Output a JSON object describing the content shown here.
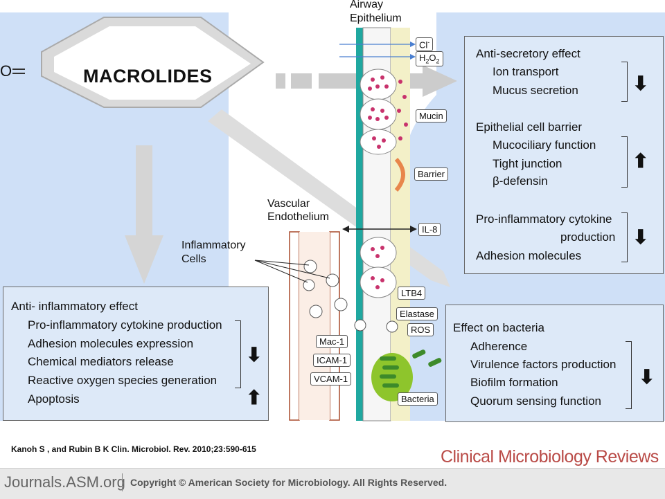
{
  "title": "MACROLIDES",
  "labels": {
    "airway": [
      "Airway",
      "Epithelium"
    ],
    "vascular": [
      "Vascular",
      "Endothelium"
    ],
    "inflammatory": [
      "Inflammatory",
      "Cells"
    ]
  },
  "chem_tags": {
    "cl": "Cl",
    "cl_sup": "-",
    "h2o2_a": "H",
    "h2o2_sub1": "2",
    "h2o2_b": "O",
    "h2o2_sub2": "2",
    "mucin": "Mucin",
    "barrier": "Barrier",
    "il8": "IL-8",
    "ltb4": "LTB4",
    "elastase": "Elastase",
    "ros": "ROS",
    "bacteria": "Bacteria",
    "mac1": "Mac-1",
    "icam1": "ICAM-1",
    "vcam1": "VCAM-1"
  },
  "boxes": {
    "anti_inflammatory": {
      "heading": "Anti- inflammatory effect",
      "items": [
        "Pro-inflammatory cytokine production",
        "Adhesion molecules expression",
        "Chemical mediators release",
        "Reactive oxygen species generation",
        "Apoptosis"
      ]
    },
    "anti_secretory": {
      "heading": "Anti-secretory effect",
      "items": [
        "Ion transport",
        "Mucus secretion"
      ]
    },
    "barrier": {
      "heading": "Epithelial cell barrier",
      "items": [
        "Mucociliary function",
        "Tight junction",
        "β-defensin"
      ]
    },
    "cytokine": {
      "heading": "Pro-inflammatory cytokine",
      "heading2": "production",
      "items": [
        "Adhesion molecules"
      ]
    },
    "bacteria": {
      "heading": "Effect on bacteria",
      "items": [
        "Adherence",
        "Virulence factors production",
        "Biofilm formation",
        "Quorum sensing function"
      ]
    }
  },
  "arrows": {
    "down": "⬇",
    "up": "⬆"
  },
  "citation": "Kanoh S , and Rubin B K Clin. Microbiol. Rev. 2010;23:590-615",
  "journal": "Clinical Microbiology Reviews",
  "footer": {
    "site": "Journals.ASM.org",
    "copyright": "Copyright © American Society for Microbiology. All Rights Reserved."
  },
  "colors": {
    "panel_blue": "#cfe0f7",
    "box_fill": "#dde9f8",
    "mucus": "#f3f0c8",
    "teal": "#1fa8a0",
    "mucin_pink": "#c8326c",
    "vessel_red": "#a84a2c",
    "biofilm_green": "#8ec52c",
    "journal_red": "#b94a46"
  }
}
